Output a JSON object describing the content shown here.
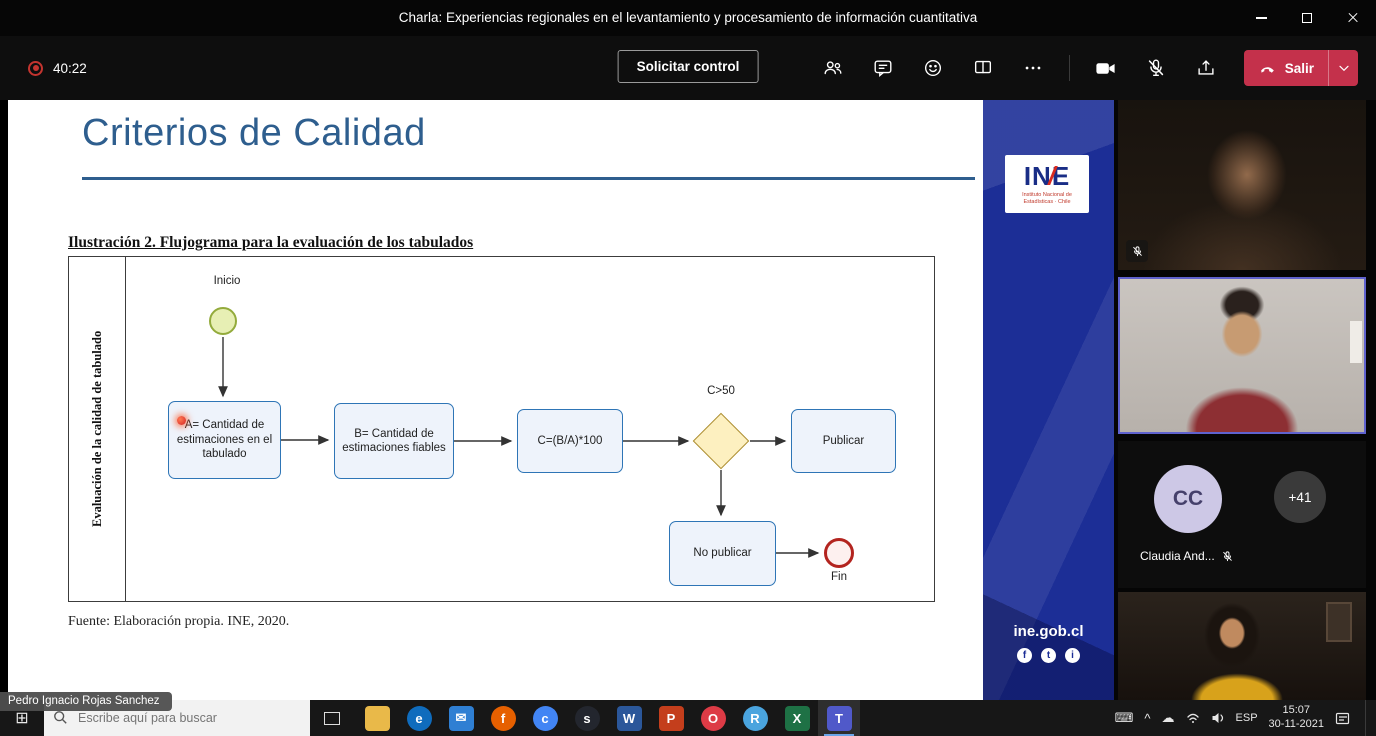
{
  "window": {
    "title": "Charla: Experiencias regionales en el levantamiento y procesamiento de información cuantitativa"
  },
  "meeting": {
    "timer": "40:22",
    "request_control_label": "Solicitar control",
    "leave_label": "Salir"
  },
  "slide": {
    "title": "Criterios de Calidad",
    "caption": "Ilustración 2. Flujograma para la evaluación de los tabulados",
    "axis_label": "Evaluación de la calidad de tabulado",
    "source": "Fuente: Elaboración propia. INE, 2020.",
    "flow": {
      "start": "Inicio",
      "box_a": "A= Cantidad de estimaciones en el tabulado",
      "box_b": "B= Cantidad de estimaciones fiables",
      "box_c": "C=(B/A)*100",
      "condition": "C>50",
      "publish": "Publicar",
      "no_publish": "No publicar",
      "end": "Fin"
    }
  },
  "ine": {
    "logo_text": "INE",
    "logo_subtext": "Instituto Nacional de Estadísticas · Chile",
    "website": "ine.gob.cl"
  },
  "participants": {
    "claudia_initials": "CC",
    "claudia_name": "Claudia And...",
    "overflow_count": "+41"
  },
  "presenter_tag": "Pedro Ignacio Rojas Sanchez",
  "taskbar": {
    "start_glyph": "⊞",
    "search_placeholder": "Escribe aquí para buscar",
    "apps": [
      {
        "name": "file-explorer",
        "glyph": "",
        "color": "#e9b949"
      },
      {
        "name": "edge",
        "glyph": "e",
        "color": "#0f6cbd"
      },
      {
        "name": "mail",
        "glyph": "✉",
        "color": "#2f7fd3"
      },
      {
        "name": "firefox",
        "glyph": "f",
        "color": "#e66000"
      },
      {
        "name": "chrome",
        "glyph": "c",
        "color": "#4285f4"
      },
      {
        "name": "steam",
        "glyph": "s",
        "color": "#23262e"
      },
      {
        "name": "word",
        "glyph": "W",
        "color": "#2b579a"
      },
      {
        "name": "powerpoint",
        "glyph": "P",
        "color": "#c43e1c"
      },
      {
        "name": "opera",
        "glyph": "O",
        "color": "#dd3b46"
      },
      {
        "name": "rstudio",
        "glyph": "R",
        "color": "#4aa4de"
      },
      {
        "name": "excel",
        "glyph": "X",
        "color": "#1e7145"
      },
      {
        "name": "teams",
        "glyph": "T",
        "color": "#5059c9"
      }
    ],
    "tray": {
      "hidden_chevron": "^",
      "keyboard": "⌨",
      "cloud": "☁"
    },
    "language": "ESP",
    "time": "15:07",
    "date": "30-11-2021"
  }
}
